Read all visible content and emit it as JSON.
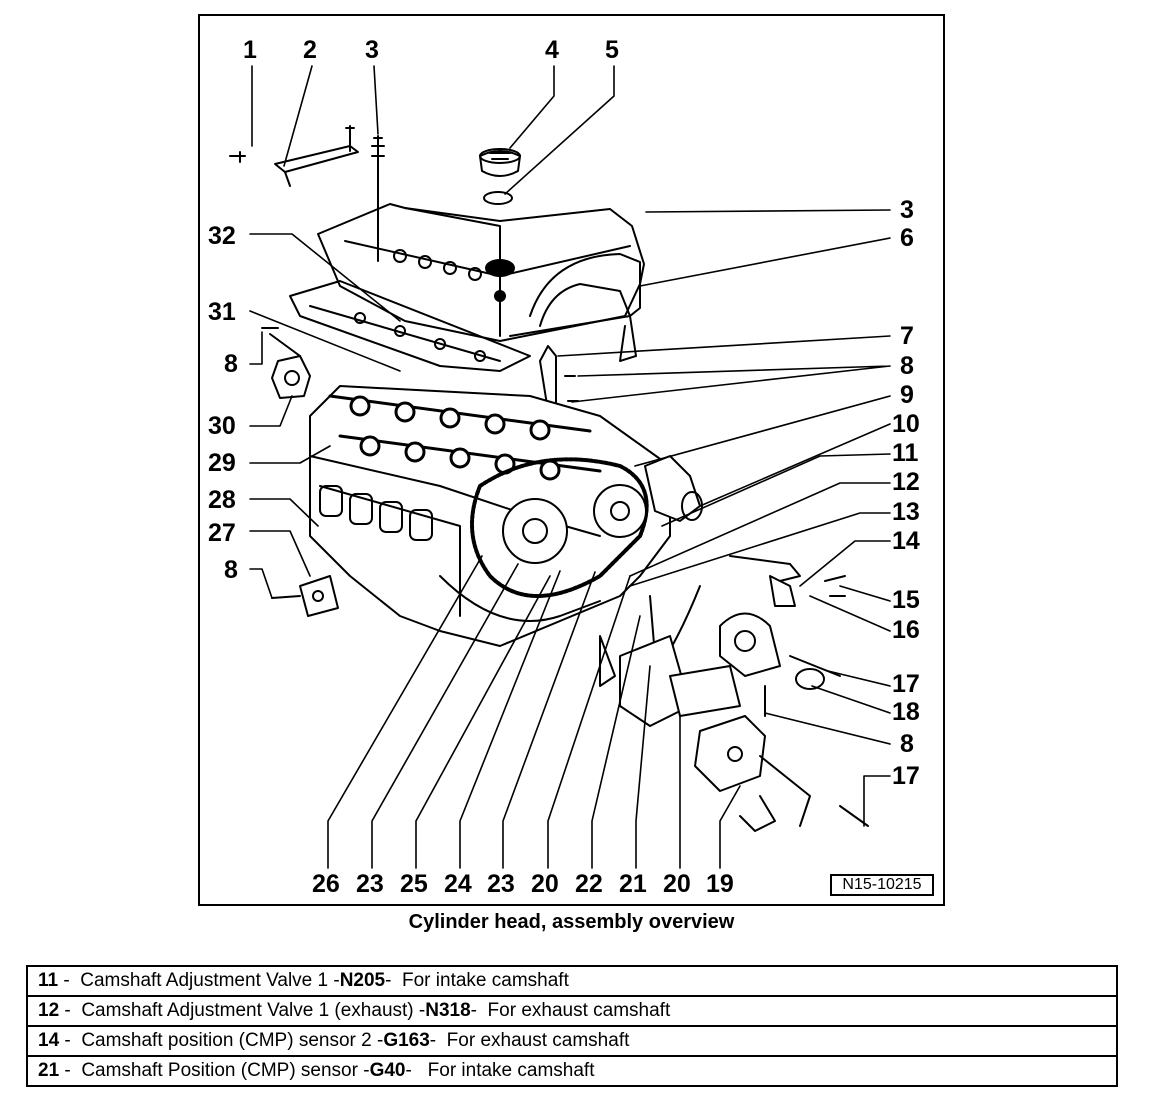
{
  "figure_id": "N15-10215",
  "caption": "Cylinder head, assembly overview",
  "callouts": {
    "top": [
      "1",
      "2",
      "3",
      "4",
      "5"
    ],
    "right": [
      "3",
      "6",
      "7",
      "8",
      "9",
      "10",
      "11",
      "12",
      "13",
      "14",
      "15",
      "16",
      "17",
      "18",
      "8",
      "17"
    ],
    "left": [
      "32",
      "31",
      "8",
      "30",
      "29",
      "28",
      "27",
      "8"
    ],
    "bottom": [
      "26",
      "23",
      "25",
      "24",
      "23",
      "20",
      "22",
      "21",
      "20",
      "19"
    ]
  },
  "legend": [
    {
      "num": "11",
      "sep": " -  ",
      "desc1": "Camshaft Adjustment Valve 1 -",
      "code": "N205",
      "desc2": "-  For intake camshaft"
    },
    {
      "num": "12",
      "sep": " -  ",
      "desc1": "Camshaft Adjustment Valve 1 (exhaust) -",
      "code": "N318",
      "desc2": "-  For exhaust camshaft"
    },
    {
      "num": "14",
      "sep": " -  ",
      "desc1": "Camshaft position (CMP) sensor 2 -",
      "code": "G163",
      "desc2": "-  For exhaust camshaft"
    },
    {
      "num": "21",
      "sep": " -  ",
      "desc1": "Camshaft Position (CMP) sensor -",
      "code": "G40",
      "desc2": "-   For intake camshaft"
    }
  ]
}
